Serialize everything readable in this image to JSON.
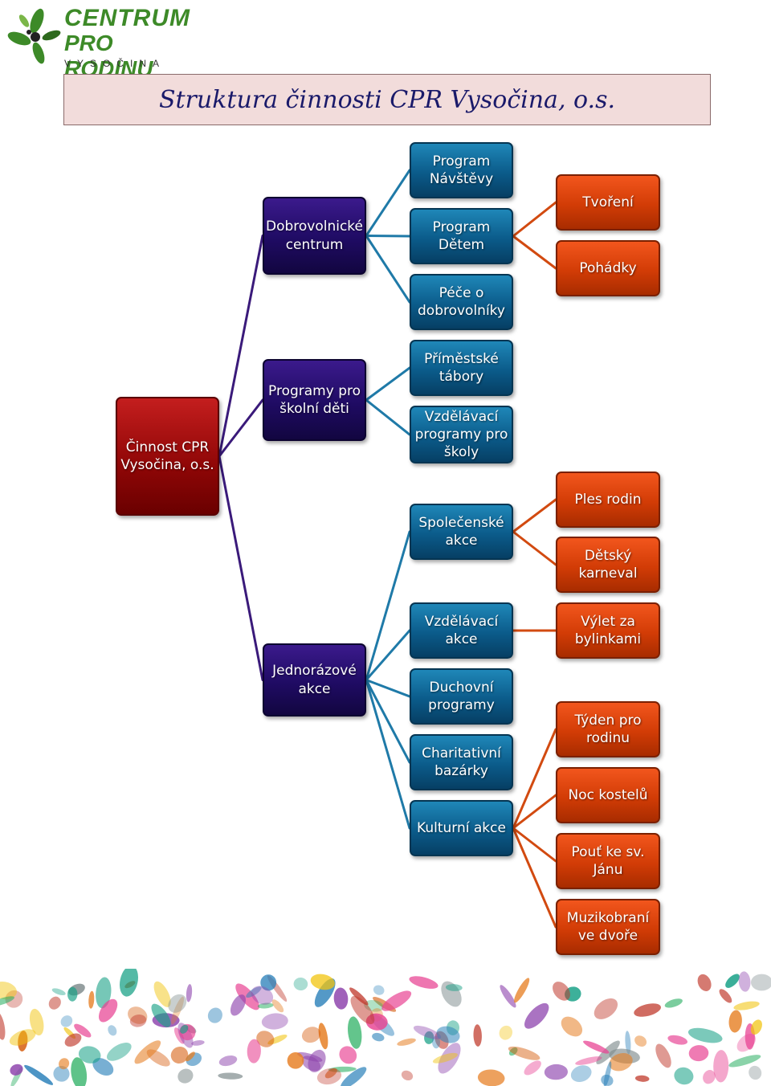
{
  "logo": {
    "line1": "CENTRUM",
    "line2": "PRO RODINU",
    "line3": "VYSOČINA"
  },
  "title": "Struktura činnosti CPR Vysočina, o.s.",
  "colors": {
    "root": "#9a0a0a",
    "level1": "#1f0b63",
    "level2": "#0b5b8a",
    "level3": "#d23c06",
    "connector_purple": "#3a1a7a",
    "connector_blue": "#1f7aa8",
    "connector_orange": "#d24a10"
  },
  "tree": {
    "root": {
      "label": "Činnost CPR Vysočina, o.s."
    },
    "level1": [
      {
        "label": "Dobrovolnické centrum"
      },
      {
        "label": "Programy pro školní děti"
      },
      {
        "label": "Jednorázové akce"
      }
    ],
    "level2": [
      {
        "label": "Program Návštěvy",
        "parent": 0
      },
      {
        "label": "Program Dětem",
        "parent": 0
      },
      {
        "label": "Péče o dobrovolníky",
        "parent": 0
      },
      {
        "label": "Příměstské tábory",
        "parent": 1
      },
      {
        "label": "Vzdělávací programy pro školy",
        "parent": 1
      },
      {
        "label": "Společenské akce",
        "parent": 2
      },
      {
        "label": "Vzdělávací akce",
        "parent": 2
      },
      {
        "label": "Duchovní programy",
        "parent": 2
      },
      {
        "label": "Charitativní bazárky",
        "parent": 2
      },
      {
        "label": "Kulturní akce",
        "parent": 2
      }
    ],
    "level3": [
      {
        "label": "Tvoření",
        "parent": 1
      },
      {
        "label": "Pohádky",
        "parent": 1
      },
      {
        "label": "Ples rodin",
        "parent": 5
      },
      {
        "label": "Dětský karneval",
        "parent": 5
      },
      {
        "label": "Výlet za bylinkami",
        "parent": 6
      },
      {
        "label": "Týden pro rodinu",
        "parent": 9
      },
      {
        "label": "Noc kostelů",
        "parent": 9
      },
      {
        "label": "Pouť ke sv. Jánu",
        "parent": 9
      },
      {
        "label": "Muzikobraní ve dvoře",
        "parent": 9
      }
    ]
  }
}
